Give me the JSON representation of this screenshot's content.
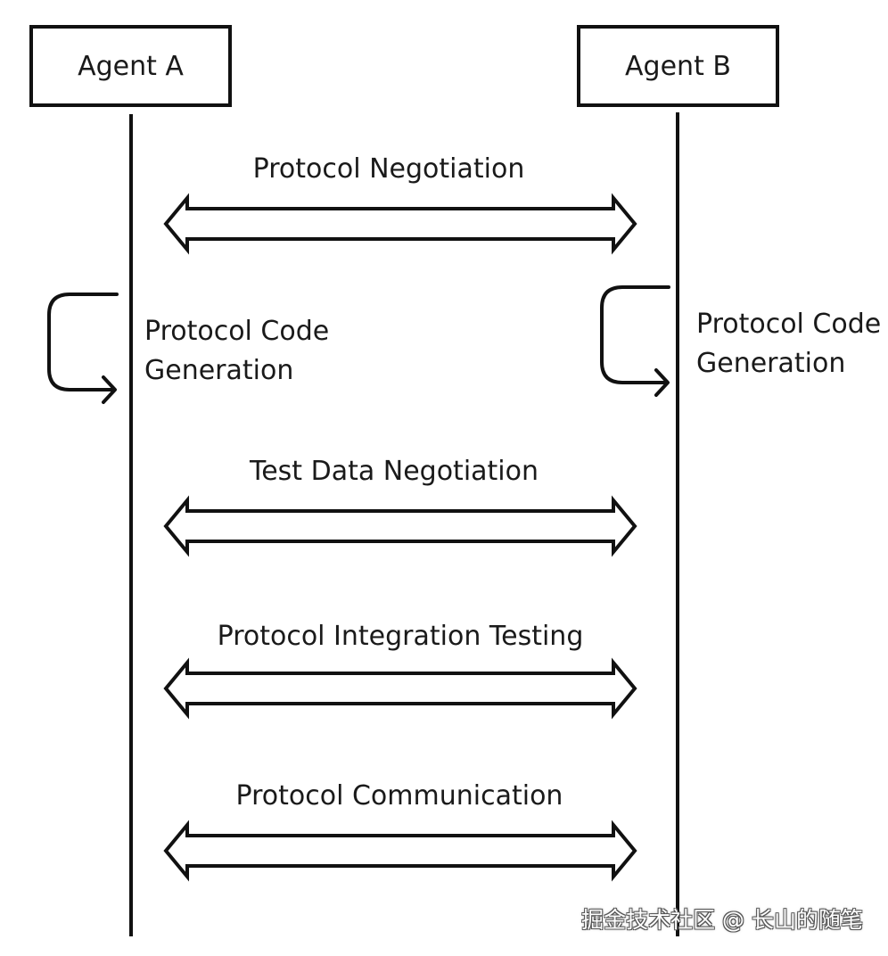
{
  "agents": {
    "a": "Agent A",
    "b": "Agent B"
  },
  "messages": [
    "Protocol Negotiation",
    "Test Data Negotiation",
    "Protocol Integration Testing",
    "Protocol Communication"
  ],
  "self_actions": {
    "a": [
      "Protocol Code",
      "Generation"
    ],
    "b": [
      "Protocol Code",
      "Generation"
    ]
  },
  "watermark": "掘金技术社区 @ 长山的随笔",
  "colors": {
    "stroke": "#111111",
    "background": "#ffffff"
  }
}
